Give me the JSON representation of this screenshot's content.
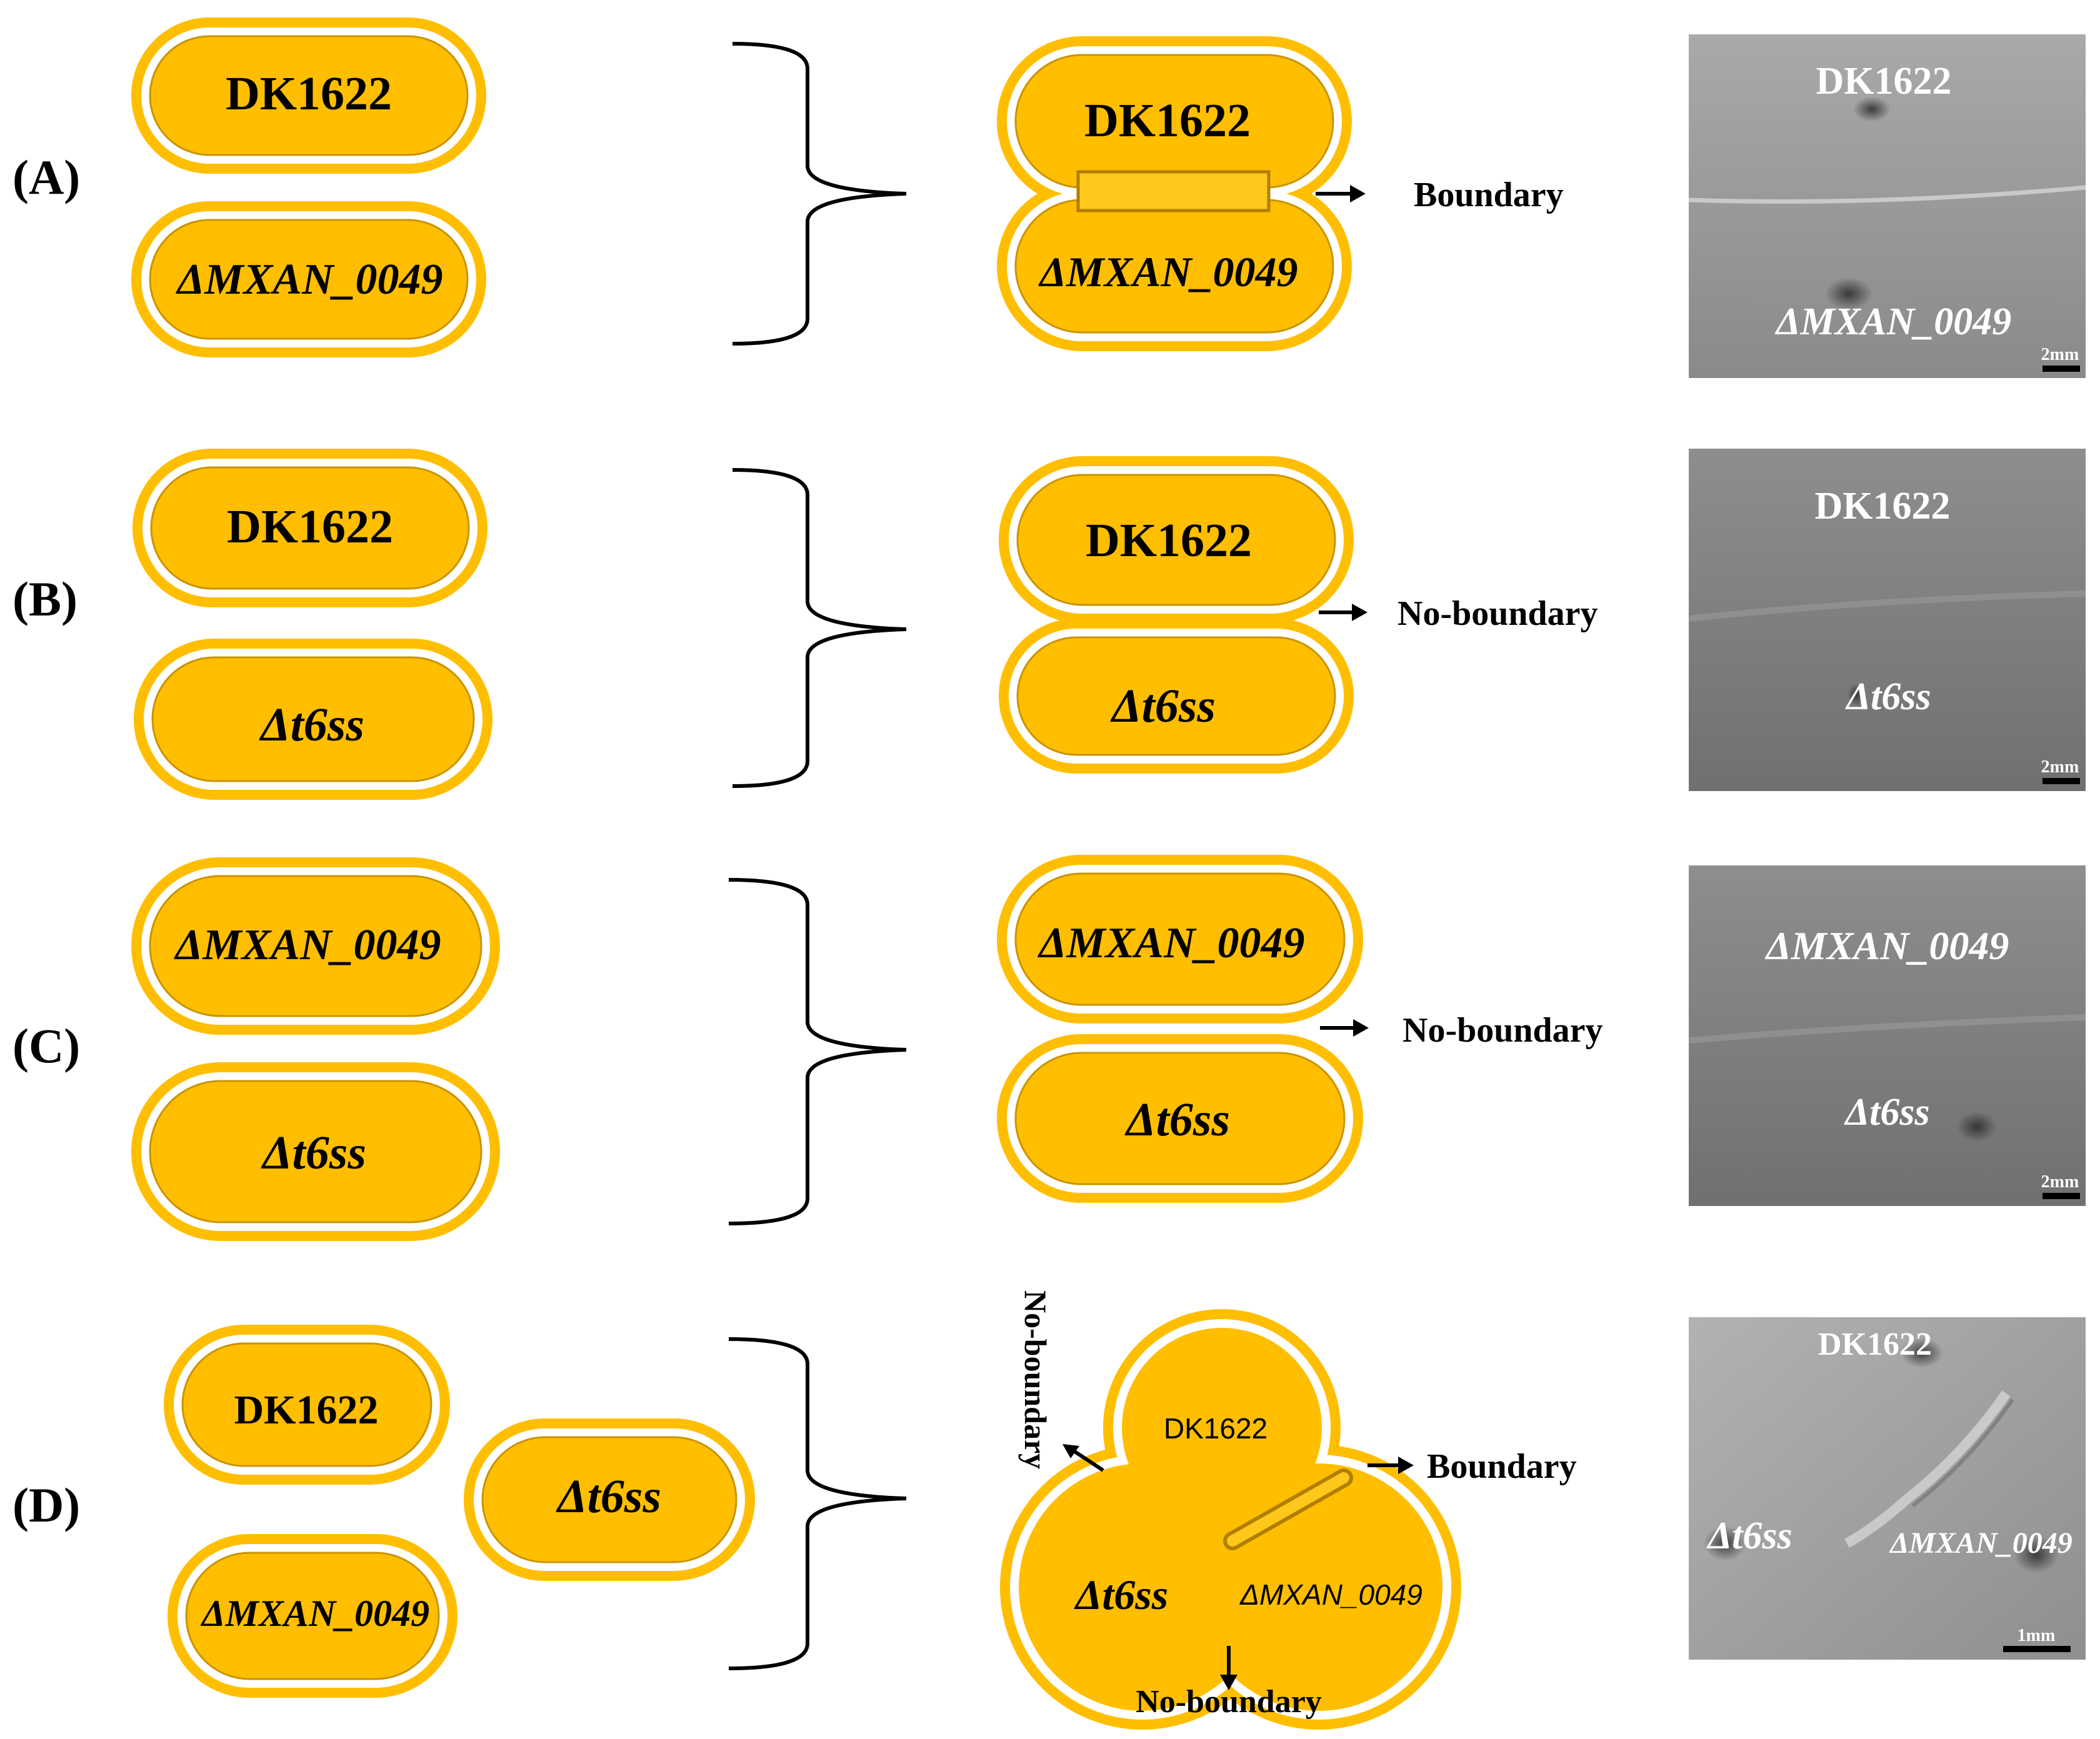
{
  "colors": {
    "colony_fill": "#FFBE00",
    "colony_border": "#C99400",
    "outer_ring": "#FFBE00",
    "label_white": "#FFFFFF",
    "boundary_bar": "#FFC81A"
  },
  "panels": {
    "A": {
      "label": "(A)",
      "strain_top": "DK1622",
      "strain_bottom": "ΔMXAN_0049",
      "merged_top": "DK1622",
      "merged_bottom": "ΔMXAN_0049",
      "annotation": "Boundary",
      "photo_top": "DK1622",
      "photo_bottom": "ΔMXAN_0049",
      "scale": "2mm"
    },
    "B": {
      "label": "(B)",
      "strain_top": "DK1622",
      "strain_bottom": "Δt6ss",
      "merged_top": "DK1622",
      "merged_bottom": "Δt6ss",
      "annotation": "No-boundary",
      "photo_top": "DK1622",
      "photo_bottom": "Δt6ss",
      "scale": "2mm"
    },
    "C": {
      "label": "(C)",
      "strain_top": "ΔMXAN_0049",
      "strain_bottom": "Δt6ss",
      "merged_top": "ΔMXAN_0049",
      "merged_bottom": "Δt6ss",
      "annotation": "No-boundary",
      "photo_top": "ΔMXAN_0049",
      "photo_bottom": "Δt6ss",
      "scale": "2mm"
    },
    "D": {
      "label": "(D)",
      "strain_1": "DK1622",
      "strain_2": "Δt6ss",
      "strain_3": "ΔMXAN_0049",
      "merged_top": "DK1622",
      "merged_left": "Δt6ss",
      "merged_right": "ΔMXAN_0049",
      "annotation_left": "No-boundary",
      "annotation_right": "Boundary",
      "annotation_bottom": "No-boundary",
      "photo_top": "DK1622",
      "photo_left": "Δt6ss",
      "photo_right": "ΔMXAN_0049",
      "scale": "1mm"
    }
  }
}
